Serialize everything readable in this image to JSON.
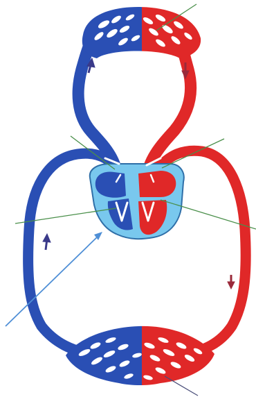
{
  "diagram": {
    "kind": "double-circulation",
    "structures": [
      {
        "id": "lung-capillaries",
        "role": "pulmonary capillary bed"
      },
      {
        "id": "body-capillaries",
        "role": "systemic capillary bed"
      },
      {
        "id": "heart",
        "role": "heart"
      },
      {
        "id": "pulmonary-artery",
        "role": "deoxygenated vessel to lungs"
      },
      {
        "id": "pulmonary-vein",
        "role": "oxygenated vessel from lungs"
      },
      {
        "id": "vena-cava",
        "role": "deoxygenated vessel from body"
      },
      {
        "id": "aorta",
        "role": "oxygenated vessel to body"
      }
    ],
    "label_lines": [
      {
        "id": "line-lungs",
        "color": "#4a8f4a"
      },
      {
        "id": "line-right-atrium",
        "color": "#4a8f4a"
      },
      {
        "id": "line-left-atrium",
        "color": "#4a8f4a"
      },
      {
        "id": "line-right-ventricle",
        "color": "#4a8f4a"
      },
      {
        "id": "line-left-ventricle",
        "color": "#4a8f4a"
      },
      {
        "id": "line-body",
        "color": "#4b4f7a"
      },
      {
        "id": "pointer-arrow-septum",
        "color": "#4f8fd6"
      }
    ],
    "flow_arrows": [
      {
        "id": "up-left-top"
      },
      {
        "id": "down-right-top"
      },
      {
        "id": "up-left-bottom"
      },
      {
        "id": "down-right-bottom"
      }
    ]
  },
  "colors": {
    "deoxygenated": "#2a4fb4",
    "oxygenated": "#e02828",
    "heart_bg": "#79c8ee",
    "arrow_dark": "#3a3a8a",
    "arrow_red": "#9a2a3a"
  }
}
